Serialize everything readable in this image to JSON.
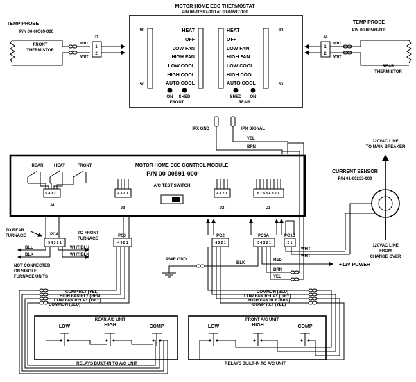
{
  "thermostat": {
    "title": "MOTOR HOME ECC THERMOSTAT",
    "part_number": "P/N 00-00597-000 or 00-00597-100",
    "scale_high": "90",
    "scale_low": "50",
    "front_modes": [
      "HEAT",
      "OFF",
      "LOW FAN",
      "HIGH FAN",
      "LOW COOL",
      "HIGH COOL",
      "AUTO COOL"
    ],
    "rear_modes": [
      "HEAT",
      "OFF",
      "LOW FAN",
      "HIGH FAN",
      "LOW COOL",
      "HIGH COOL",
      "AUTO COOL"
    ],
    "front_led_on": "ON",
    "front_led_shed": "SHED",
    "front_label": "FRONT",
    "rear_led_shed": "SHED",
    "rear_led_on": "ON",
    "rear_label": "REAR"
  },
  "left_probe": {
    "title": "TEMP PROBE",
    "part_number": "P/N 00-00569-000",
    "thermistor_line1": "FRONT",
    "thermistor_line2": "THERMISTOR",
    "wire_color": "WHT",
    "connector": "J1",
    "pins": [
      "1",
      "2"
    ]
  },
  "right_probe": {
    "title": "TEMP PROBE",
    "part_number": "P/N 00-00569-000",
    "thermistor_line1": "REAR",
    "thermistor_line2": "THERMISTOR",
    "wire_color": "WHT",
    "connector": "J4",
    "pins": [
      "1",
      "2"
    ]
  },
  "ipx": {
    "gnd_label": "IPX GND",
    "signal_label": "IPX SIGNAL",
    "wire_yel": "YEL",
    "wire_brn": "BRN"
  },
  "control_module": {
    "title": "MOTOR HOME ECC CONTROL MODULE",
    "part_number": "P/N 00-00591-000",
    "switch_label": "A/C TEST SWITCH",
    "sw_rear": "REAR",
    "sw_heat": "HEAT",
    "sw_front": "FRONT",
    "headers": {
      "J4": {
        "label": "J4",
        "pins": "5 4 3 2 1"
      },
      "J3": {
        "label": "J3",
        "pins": "4 3 2 1"
      },
      "J2": {
        "label": "J2",
        "pins": "4 3 2 1"
      },
      "J1": {
        "label": "J1",
        "pins": "8 7 6 5 4 3 2 1"
      }
    }
  },
  "current_sensor": {
    "title": "CURRENT SENSOR",
    "part_number": "P/N 01-00233-000",
    "line_to_breaker_1": "120VAC LINE",
    "line_to_breaker_2": "TO MAIN BREAKER",
    "line_from_1": "120VAC LINE",
    "line_from_2": "FROM",
    "line_from_3": "CHANGE OVER"
  },
  "plugs": {
    "pc4": {
      "label": "PC4",
      "pins": "5 4 3 2 1"
    },
    "pc3": {
      "label": "PC3",
      "pins": "4 3 2 1"
    },
    "pc2": {
      "label": "PC2",
      "pins": "4 3 2 1"
    },
    "pc1a": {
      "label": "PC1A",
      "pins": "5 4 3 2 1"
    },
    "pc1b": {
      "label": "PC1B",
      "pins": "2 1"
    }
  },
  "furnace": {
    "to_rear_1": "TO REAR",
    "to_rear_2": "FURNACE",
    "to_front_1": "TO FRONT",
    "to_front_2": "FURNACE",
    "blu": "BLU",
    "blk": "BLK",
    "wht_blu": "WHT/BLU",
    "wht_blk": "WHT/BLK",
    "note_1": "NOT CONNECTED",
    "note_2": "ON SINGLE",
    "note_3": "FURNACE UNITS"
  },
  "power": {
    "pwr_gnd": "PWR GND",
    "blk": "BLK",
    "red": "RED",
    "brn": "BRN",
    "yel": "YEL",
    "wht1": "WHT",
    "wht2": "WHT",
    "plus12": "+12V POWER"
  },
  "rear_wires": [
    "COMP RLY   (YEL)",
    "HIGH FAN RLY (BRN)",
    "LOW FAN RELAY (GRY)",
    "COMMON    (BLU)"
  ],
  "front_wires": [
    "COMMON   (BLU)",
    "LOW FAN RELAY (GRY)",
    "HIGH FAN RLY (BRN)",
    "COMP RLY   (YEL)"
  ],
  "rear_ac": {
    "title": "REAR A/C UNIT",
    "low": "LOW",
    "high": "HIGH",
    "comp": "COMP",
    "footer": "RELAYS BUILT-IN TO A/C UNIT"
  },
  "front_ac": {
    "title": "FRONT A/C UNIT",
    "low": "LOW",
    "high": "HIGH",
    "comp": "COMP",
    "footer": "RELAYS BUILT-IN TO A/C UNIT"
  }
}
